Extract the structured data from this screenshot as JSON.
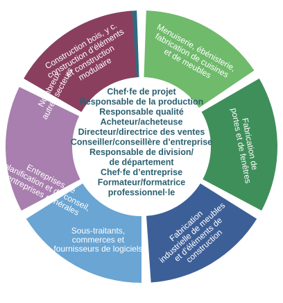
{
  "center_roles": [
    "Chef·fe de projet",
    "Responsable de la production",
    "Responsable qualité",
    "Acheteur/acheteuse",
    "Directeur/directrice des ventes",
    "Conseiller/conseillère d’entreprise",
    "Responsable de division/",
    "de département",
    "Chef·fe d’entreprise",
    "Formateur/formatrice",
    "professionnel·le"
  ],
  "sectors": [
    {
      "id": "construction-bois",
      "color": "#2f6b7f",
      "lines": [
        "Construction bois, y c.",
        "construction d’éléments",
        "et construction",
        "modulaire"
      ]
    },
    {
      "id": "menuiserie",
      "color": "#6fba6b",
      "lines": [
        "Menuiserie, ébénisterie,",
        "fabrication de cuisines",
        "et de meubles"
      ]
    },
    {
      "id": "portes-fenetres",
      "color": "#3f8f5a",
      "lines": [
        "Fabrication de",
        "portes et de fenêtres"
      ]
    },
    {
      "id": "meubles-industriels",
      "color": "#3d5f98",
      "lines": [
        "Fabrication",
        "industrielle de meubles",
        "et d’éléments de",
        "construction"
      ]
    },
    {
      "id": "sous-traitants",
      "color": "#6aa5d3",
      "lines": [
        "Sous-traitants,",
        "commerces et",
        "fournisseurs de logiciels"
      ]
    },
    {
      "id": "planification",
      "color": "#a87fae",
      "lines": [
        "Entreprises de",
        "planification et de conseil,",
        "entreprises générales"
      ]
    },
    {
      "id": "autres-secteurs",
      "color": "#8a3f5f",
      "lines": [
        "Nombreux",
        "autres secteurs"
      ]
    }
  ]
}
